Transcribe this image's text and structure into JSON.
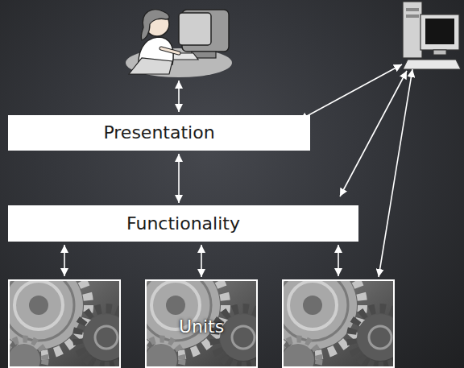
{
  "diagram": {
    "nodes": [
      {
        "text": [
          "Presentation"
        ]
      },
      {
        "text": [
          "Functionality"
        ]
      },
      {
        "text": [
          "Units"
        ]
      }
    ],
    "edges": [
      {
        "from": 0,
        "to": 1,
        "arrow": "both"
      },
      {
        "from": 1,
        "to": 2,
        "arrow": "both"
      }
    ]
  }
}
